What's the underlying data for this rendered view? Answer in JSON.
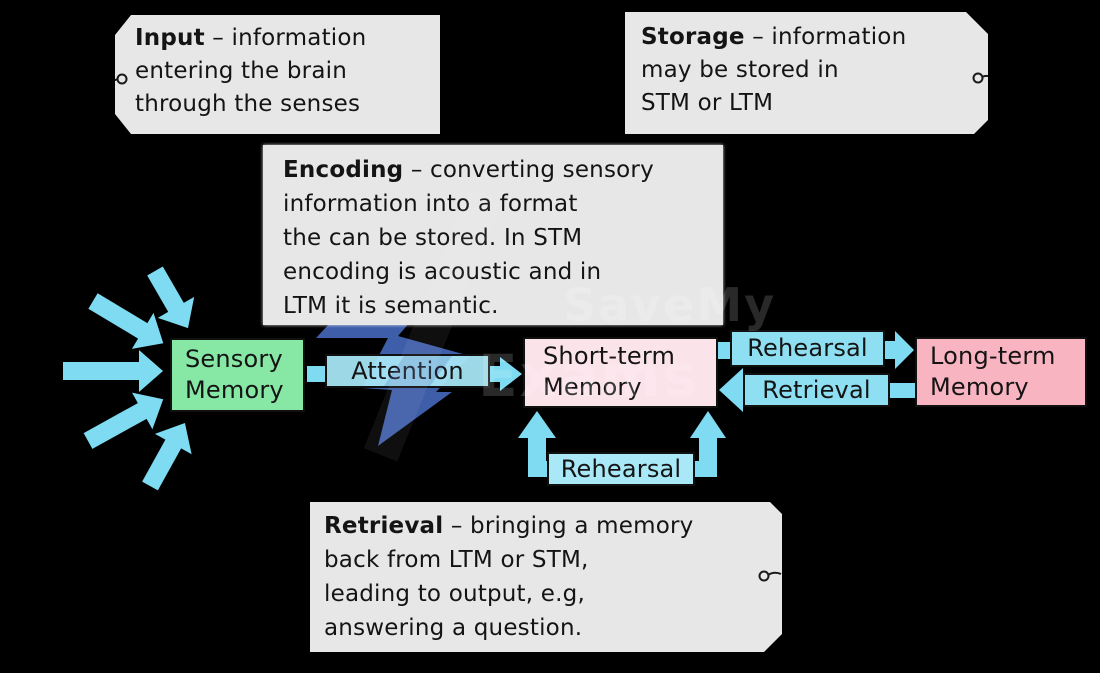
{
  "notes": {
    "input": {
      "title": "Input",
      "body": " – information\nentering the brain\nthrough the senses"
    },
    "storage": {
      "title": "Storage",
      "body": " – information\nmay be stored in\nSTM or LTM"
    },
    "encoding": {
      "title": "Encoding",
      "body": " – converting sensory\ninformation into a format\nthe can be stored. In STM\nencoding is acoustic and in\nLTM it is semantic."
    },
    "retrieval": {
      "title": "Retrieval",
      "body": " – bringing a memory\nback from LTM or STM,\nleading to output, e.g,\nanswering a question."
    }
  },
  "flow": {
    "sensory_memory": {
      "label": "Sensory\nMemory",
      "color": "#87e8a5"
    },
    "attention": {
      "label": "Attention",
      "color": "#a9e8f7"
    },
    "short_term_memory": {
      "label": "Short-term\nMemory",
      "color": "#fbe3ea"
    },
    "rehearsal_top": {
      "label": "Rehearsal",
      "color": "#8edff2"
    },
    "retrieval_arrow": {
      "label": "Retrieval",
      "color": "#8edff2"
    },
    "long_term_memory": {
      "label": "Long-term\nMemory",
      "color": "#f9b4c2"
    },
    "rehearsal_loop": {
      "label": "Rehearsal",
      "color": "#a9e8f7"
    }
  },
  "icons": {
    "lightning_bolt": "lightning-bolt",
    "pin": "pin"
  },
  "watermark": {
    "line1": "SaveMy",
    "line2": "Exams"
  },
  "colors": {
    "background": "#000000",
    "note_gray": "#e7e7e7",
    "arrow_cyan": "#7edbf2",
    "bolt_blue": "#3f5ea9",
    "text": "#141414"
  }
}
